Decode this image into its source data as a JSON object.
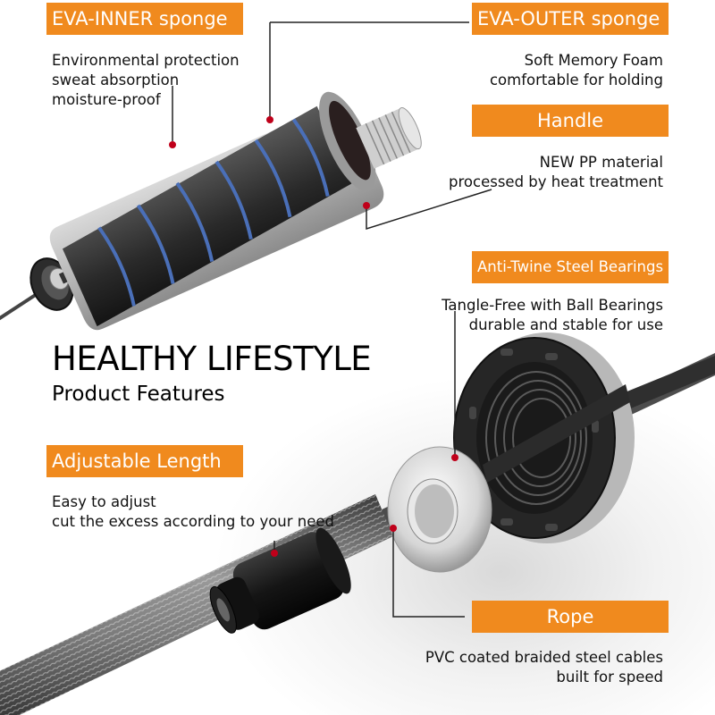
{
  "headline": {
    "title": "HEALTHY LIFESTYLE",
    "subtitle": "Product Features"
  },
  "colors": {
    "accent": "#f08a1e",
    "callout_dot": "#c0001a",
    "leader_line": "#222222"
  },
  "features": {
    "eva_inner": {
      "label": "EVA-INNER sponge",
      "description": "Environmental protection\nsweat absorption\nmoisture-proof"
    },
    "eva_outer": {
      "label": "EVA-OUTER sponge",
      "description": "Soft Memory Foam\ncomfortable for holding"
    },
    "handle": {
      "label": "Handle",
      "description": "NEW PP material\nprocessed by heat treatment"
    },
    "bearings": {
      "label": "Anti-Twine Steel Bearings",
      "description": "Tangle-Free with Ball Bearings\ndurable and stable for use"
    },
    "adjustable": {
      "label": "Adjustable Length",
      "description": "Easy to adjust\ncut the excess according to your need"
    },
    "rope": {
      "label": "Rope",
      "description": "PVC coated braided steel cables\nbuilt for speed"
    }
  },
  "illustrations": [
    "handle-cutaway-illustration",
    "bearing-cap-illustration",
    "steel-washer-illustration",
    "length-stopper-illustration",
    "braided-rope-illustration"
  ]
}
